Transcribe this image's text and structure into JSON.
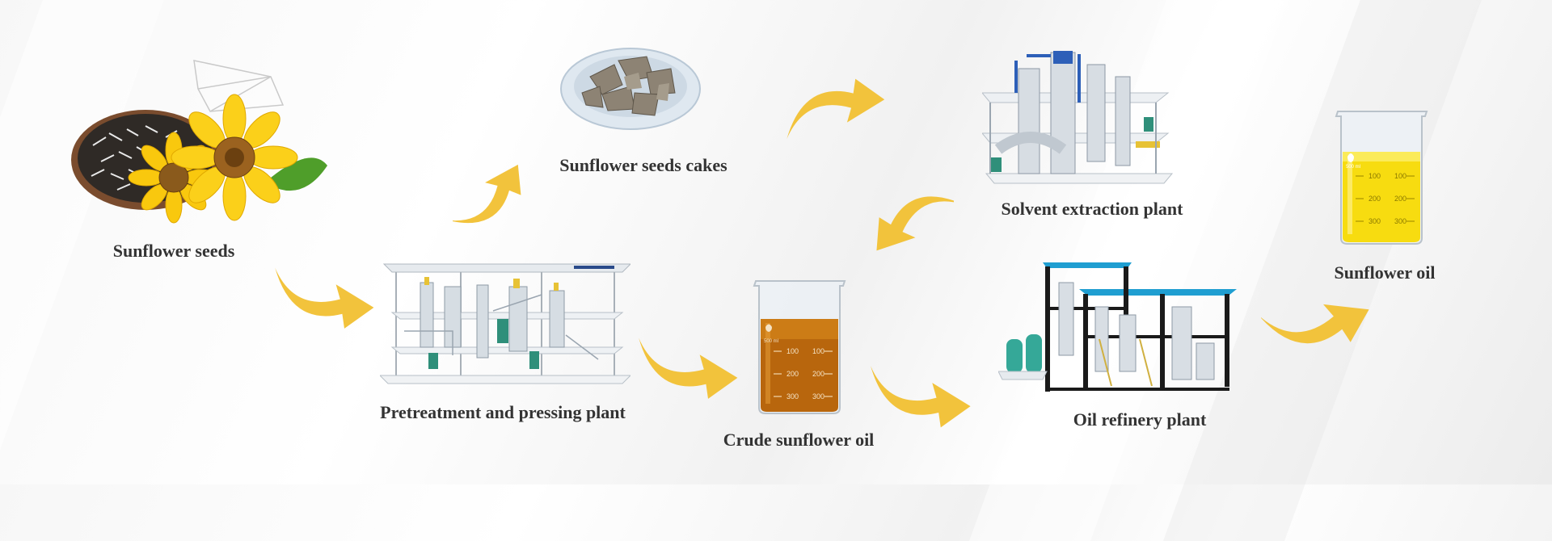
{
  "labels": {
    "sunflower_seeds": "Sunflower seeds",
    "seed_cakes": "Sunflower seeds cakes",
    "pretreatment": "Pretreatment and pressing plant",
    "crude_oil": "Crude sunflower oil",
    "solvent": "Solvent extraction plant",
    "refinery": "Oil refinery plant",
    "sunflower_oil": "Sunflower oil"
  },
  "beaker_marks": [
    "100",
    "200",
    "300"
  ],
  "beaker_volume": "500 ml",
  "colors": {
    "arrow": "#f2c33c",
    "crude_oil": "#b8660d",
    "refined_oil": "#f7dc10",
    "petal": "#f9c80e"
  }
}
